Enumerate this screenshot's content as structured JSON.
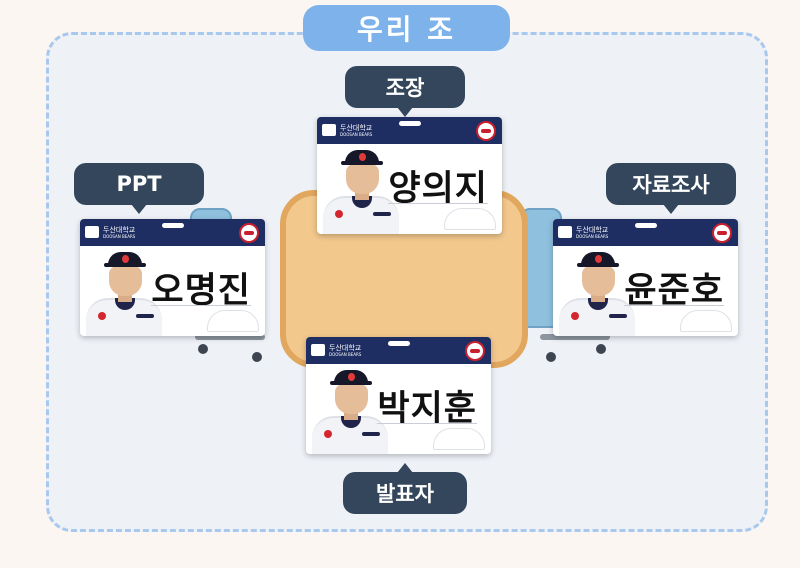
{
  "title": "우리 조",
  "school_name": "두산대학교",
  "school_name_en": "DOOSAN BEARS",
  "members": [
    {
      "role": "조장",
      "name": "양의지"
    },
    {
      "role": "PPT",
      "name": "오명진"
    },
    {
      "role": "자료조사",
      "name": "윤준호"
    },
    {
      "role": "발표자",
      "name": "박지훈"
    }
  ],
  "colors": {
    "background": "#fbf6f1",
    "frame_border": "#a9c8ee",
    "title_pill": "#7eb2ea",
    "role_bubble": "#34465b",
    "card_header": "#1e2e63",
    "table": "#f2c88d",
    "chair": "#8fc0de"
  },
  "icons": [
    "school-logo-icon",
    "team-emblem-icon"
  ]
}
